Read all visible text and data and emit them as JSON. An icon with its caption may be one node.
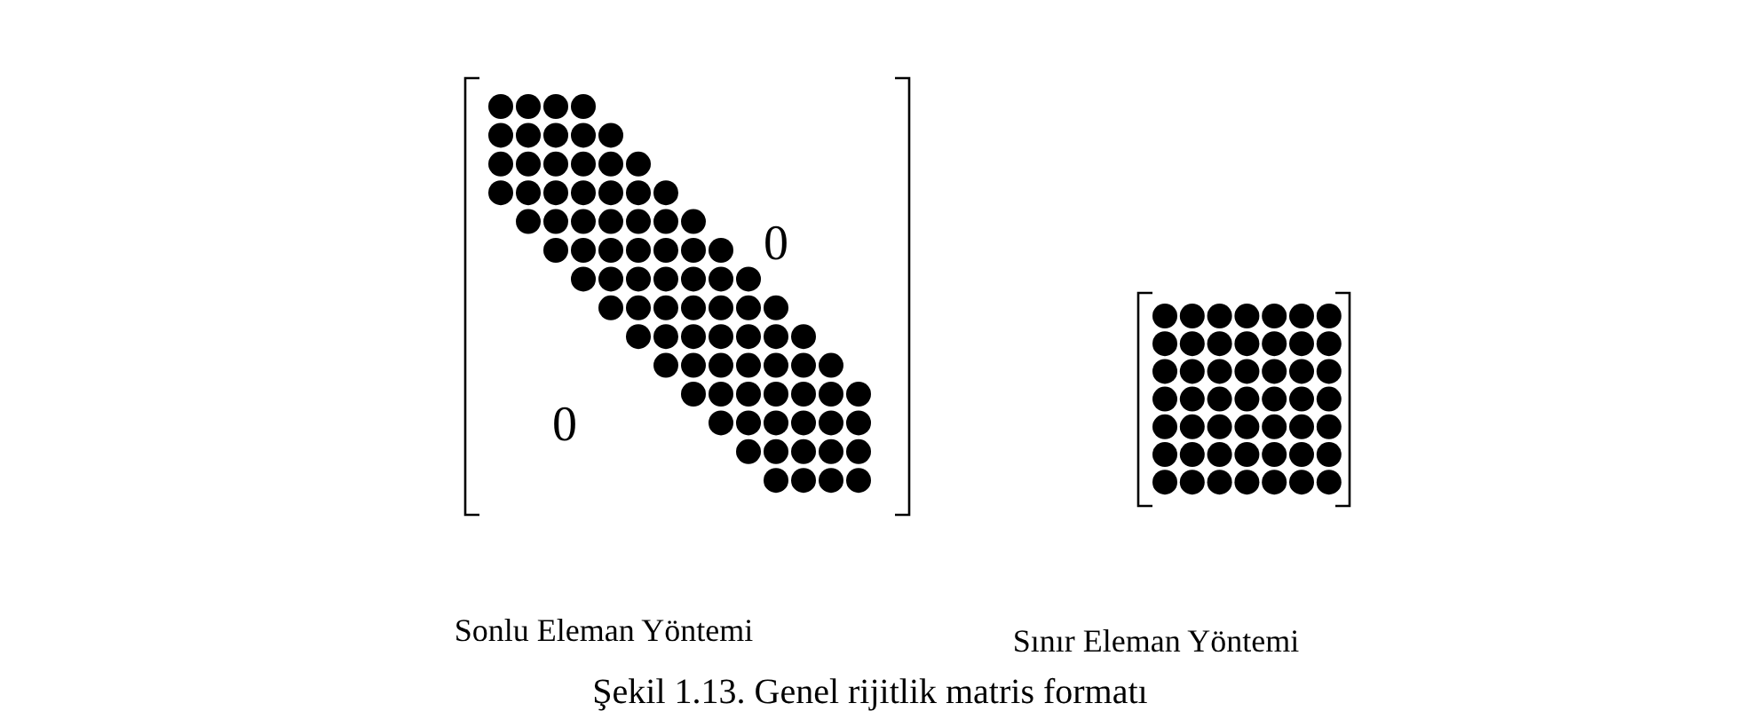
{
  "diagram": {
    "caption": "Şekil 1.13. Genel rijitlik matris formatı",
    "labels": [
      "0",
      "0",
      "Sonlu Eleman Yöntemi",
      "Sınır Eleman Yöntemi"
    ]
  }
}
